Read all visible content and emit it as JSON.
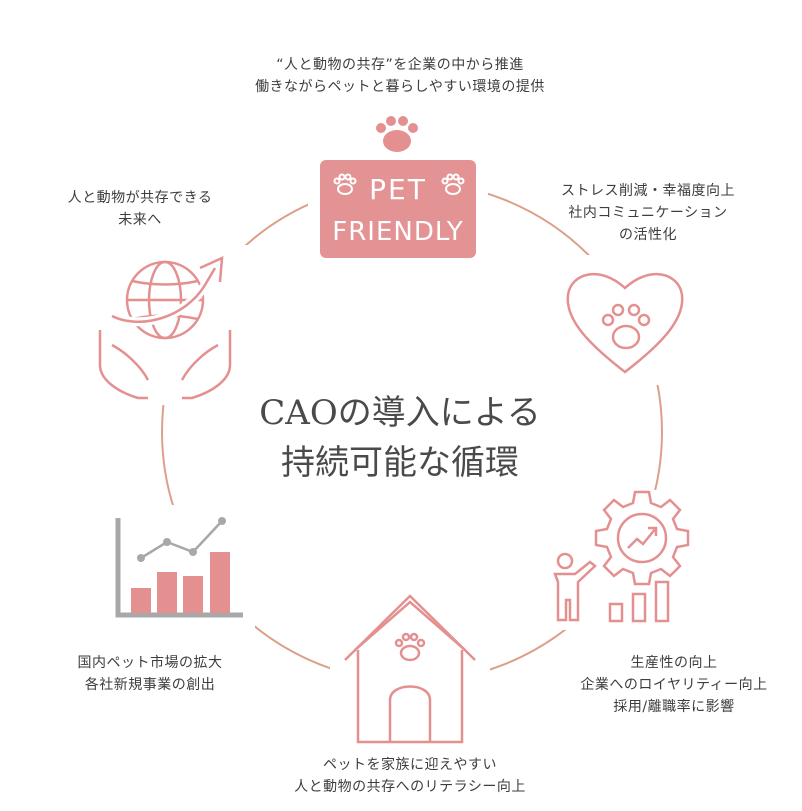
{
  "center": {
    "line1": "CAOの導入による",
    "line2": "持続可能な循環"
  },
  "badge": {
    "line1": "PET",
    "line2": "FRIENDLY"
  },
  "captions": {
    "top": [
      "“人と動物の共存”を企業の中から推進",
      "働きながらペットと暮らしやすい環境の提供"
    ],
    "upper_right": [
      "ストレス削減・幸福度向上",
      "社内コミュニケーション",
      "の活性化"
    ],
    "lower_right": [
      "生産性の向上",
      "企業へのロイヤリティー向上",
      "採用/離職率に影響"
    ],
    "bottom": [
      "ペットを家族に迎えやすい",
      "人と動物の共存へのリテラシー向上"
    ],
    "lower_left": [
      "国内ペット市場の拡大",
      "各社新規事業の創出"
    ],
    "upper_left": [
      "人と動物が共存できる",
      "未来へ"
    ]
  },
  "colors": {
    "accent": "#e08a8a",
    "ring": "#d9967a",
    "gray": "#a8a8a8"
  }
}
